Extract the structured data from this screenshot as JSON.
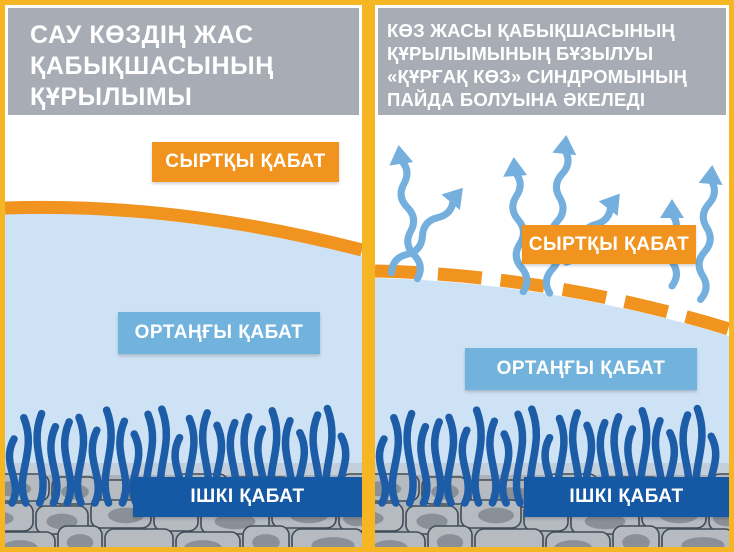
{
  "colors": {
    "frame": "#F6B523",
    "header_bg": "#A7ACB5",
    "orange": "#F0931F",
    "light_blue": "#CDE2F4",
    "label_blue": "#72B3DD",
    "dark_blue": "#1559A4",
    "strand_blue": "#1D5CA6",
    "arrow_blue": "#74AFDD",
    "band": "#C2CEDA",
    "cell_fill": "#B6BBC2",
    "cell_nucleus": "#8A9097",
    "cell_stroke": "#414C58",
    "cell_underlay": "#ACB2BA",
    "text_white": "#FFFFFF"
  },
  "left_panel": {
    "title_lines": [
      "САУ КӨЗДІҢ ЖАС",
      "ҚАБЫҚШАСЫНЫҢ",
      "ҚҰРЫЛЫМЫ"
    ],
    "labels": {
      "outer": "СЫРТҚЫ ҚАБАТ",
      "middle": "ОРТАҢҒЫ ҚАБАТ",
      "inner": "ІШКІ ҚАБАТ"
    }
  },
  "right_panel": {
    "title_lines": [
      "КӨЗ ЖАСЫ ҚАБЫҚШАСЫНЫҢ",
      "ҚҰРЫЛЫМЫНЫҢ БҰЗЫЛУЫ",
      "«ҚҰРҒАҚ КӨЗ» СИНДРОМЫНЫҢ",
      "ПАЙДА БОЛУЫНА ӘКЕЛЕДІ"
    ],
    "labels": {
      "outer": "СЫРТҚЫ ҚАБАТ",
      "middle": "ОРТАҢҒЫ ҚАБАТ",
      "inner": "ІШКІ ҚАБАТ"
    }
  }
}
